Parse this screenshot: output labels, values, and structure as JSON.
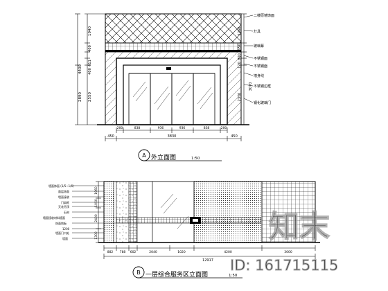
{
  "elevation_a": {
    "title_number": "A",
    "title_text": "外立面图",
    "title_scale": "1:50",
    "left_dims": [
      "1940",
      "400",
      "611",
      "400",
      "2550",
      "4400",
      "2890"
    ],
    "right_dims": [
      "1260",
      "650",
      "800",
      "120",
      "3070",
      "2370"
    ],
    "bottom_dims": [
      "200",
      "838",
      "936",
      "936",
      "838",
      "200"
    ],
    "overall_dims": [
      "450",
      "3830",
      "450"
    ],
    "callouts": [
      "二楼原墙饰面",
      "灯具",
      "玻璃幕",
      "不锈钢面",
      "不锈钢面",
      "墙身线",
      "不锈钢边框",
      "钢化玻璃门"
    ]
  },
  "elevation_b": {
    "title_number": "B",
    "title_text": "一层综合服务区立面图",
    "title_scale": "1:50",
    "bottom_dims": [
      "882",
      "788",
      "602",
      "2040",
      "1020",
      "4200",
      "3000"
    ],
    "overall_dim": "12917",
    "left_dims": [
      "1960",
      "1050",
      "2400",
      "1300"
    ],
    "callouts": [
      "墙面饰面 (1/5~1/6)",
      "面层饰面",
      "墙面接收",
      "门扇框",
      "天花吊顶",
      "石材",
      "墙面接收材料墙面",
      "饰面地板",
      "1200",
      "墙面门口处",
      "墙面"
    ]
  },
  "watermark": {
    "brand": "知末",
    "id": "ID: 161715115"
  }
}
